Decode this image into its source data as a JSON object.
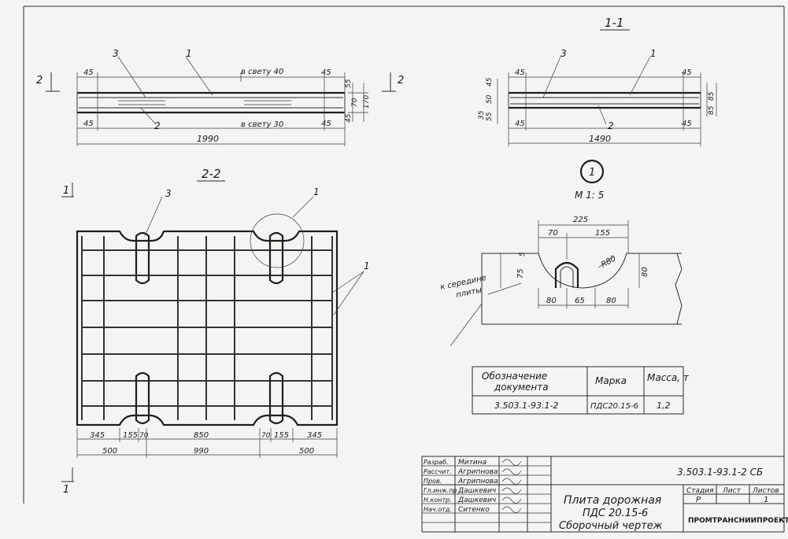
{
  "section_1_1": {
    "title": "1-1",
    "callout_3": "3",
    "callout_1": "1",
    "callout_2": "2",
    "dim_45_tl": "45",
    "dim_45_tr": "45",
    "dim_45_bl": "45",
    "dim_45_br": "45",
    "dim_45_side": "45",
    "dim_50": "50",
    "dim_35": "35",
    "dim_55": "55",
    "dim_85a": "85",
    "dim_85b": "85",
    "length": "1490"
  },
  "section_2_side": {
    "callout_3": "3",
    "callout_1": "1",
    "callout_2": "2",
    "label_top": "в свету 40",
    "label_bottom": "в свету 30",
    "dim_45_tl": "45",
    "dim_45_tr": "45",
    "dim_45_bl": "45",
    "dim_45_br": "45",
    "dim_55": "55",
    "dim_70": "70",
    "dim_170": "170",
    "dim_45_right": "45",
    "length": "1990",
    "cut_mark_left": "2",
    "cut_mark_right": "2"
  },
  "section_2_2": {
    "title": "2-2",
    "callout_3": "3",
    "callout_1_top": "1",
    "callout_1_side": "1",
    "cut_mark_top": "1",
    "cut_mark_bottom": "1",
    "dim_345_l": "345",
    "dim_155_l": "155",
    "dim_70_l": "70",
    "dim_850": "850",
    "dim_70_r": "70",
    "dim_155_r": "155",
    "dim_345_r": "345",
    "dim_500_l": "500",
    "dim_990": "990",
    "dim_500_r": "500"
  },
  "detail": {
    "number": "1",
    "scale": "М 1: 5",
    "dim_225": "225",
    "dim_70": "70",
    "dim_155": "155",
    "dim_5": "5",
    "dim_75": "75",
    "radius": "R80",
    "dim_80_side": "80",
    "dim_80_l": "80",
    "dim_65": "65",
    "dim_80_r": "80",
    "note_line1": "к середине",
    "note_line2": "плиты"
  },
  "spec_table": {
    "headers": [
      "Обозначение документа",
      "Марка",
      "Масса, т"
    ],
    "rows": [
      [
        "3.503.1-93.1-2",
        "ПДС20.15-6",
        "1,2"
      ]
    ]
  },
  "title_block": {
    "document_code": "3.503.1-93.1-2 СБ",
    "staff": [
      {
        "role": "Разраб.",
        "name": "Митина"
      },
      {
        "role": "Рассчит.",
        "name": "Агрипнова"
      },
      {
        "role": "Пров.",
        "name": "Агрипнова"
      },
      {
        "role": "Гл.инж.пр",
        "name": "Дашкевич"
      },
      {
        "role": "Н.контр.",
        "name": "Дашкевич"
      },
      {
        "role": "Нач.отд.",
        "name": "Ситенко"
      }
    ],
    "title_lines": [
      "Плита дорожная",
      "ПДС 20.15-6",
      "Сборочный чертеж"
    ],
    "stage_header": "Стадия",
    "sheet_header": "Лист",
    "sheets_header": "Листов",
    "stage_value": "Р",
    "sheets_value": "1",
    "organization": "ПРОМТРАНСНИИПРОЕКТ"
  }
}
